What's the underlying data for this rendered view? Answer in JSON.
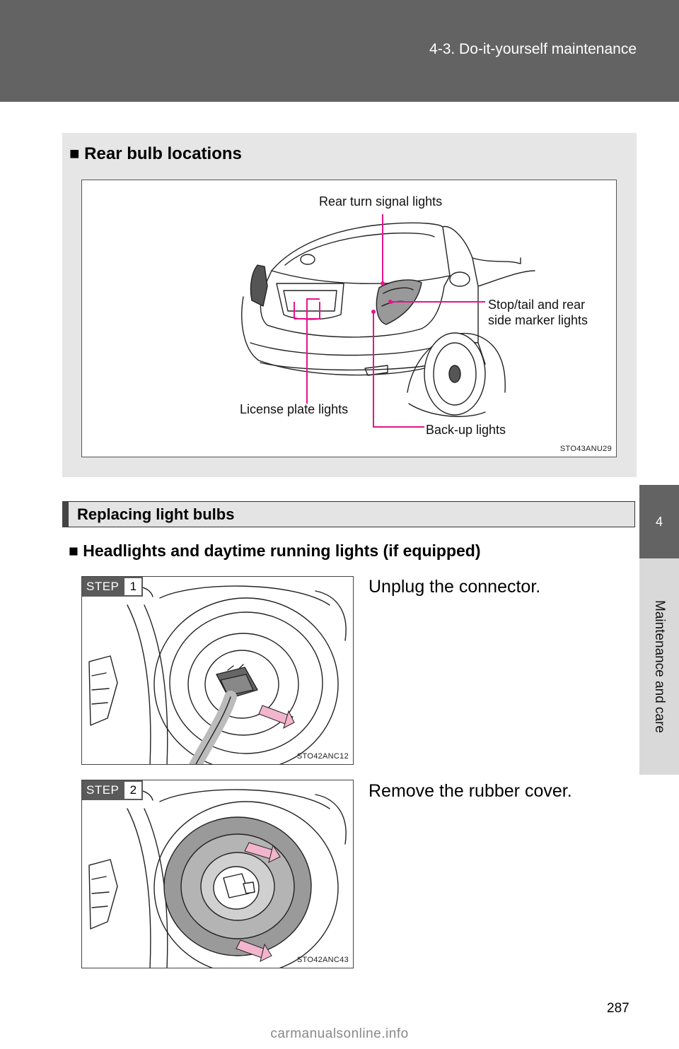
{
  "header": {
    "section_title": "4-3. Do-it-yourself maintenance"
  },
  "side_tab": {
    "chapter_number": "4",
    "chapter_title": "Maintenance and care"
  },
  "rear_bulbs": {
    "heading": "■ Rear bulb locations",
    "callouts": {
      "rear_turn": "Rear turn signal lights",
      "stop_tail_1": "Stop/tail and rear",
      "stop_tail_2": "side marker lights",
      "license_plate": "License plate lights",
      "back_up": "Back-up lights"
    },
    "figure_code": "STO43ANU29",
    "callout_color": "#e6148c"
  },
  "replacing": {
    "section_title": "Replacing light bulbs",
    "sub_heading": "■ Headlights and daytime running lights (if equipped)",
    "steps": [
      {
        "label": "STEP",
        "number": "1",
        "text": "Unplug the connector.",
        "figure_code": "STO42ANC12"
      },
      {
        "label": "STEP",
        "number": "2",
        "text": "Remove the rubber cover.",
        "figure_code": "STO42ANC43"
      }
    ],
    "arrow_color": "#f2b5cc"
  },
  "footer": {
    "page_number": "287",
    "watermark": "carmanualsonline.info"
  }
}
